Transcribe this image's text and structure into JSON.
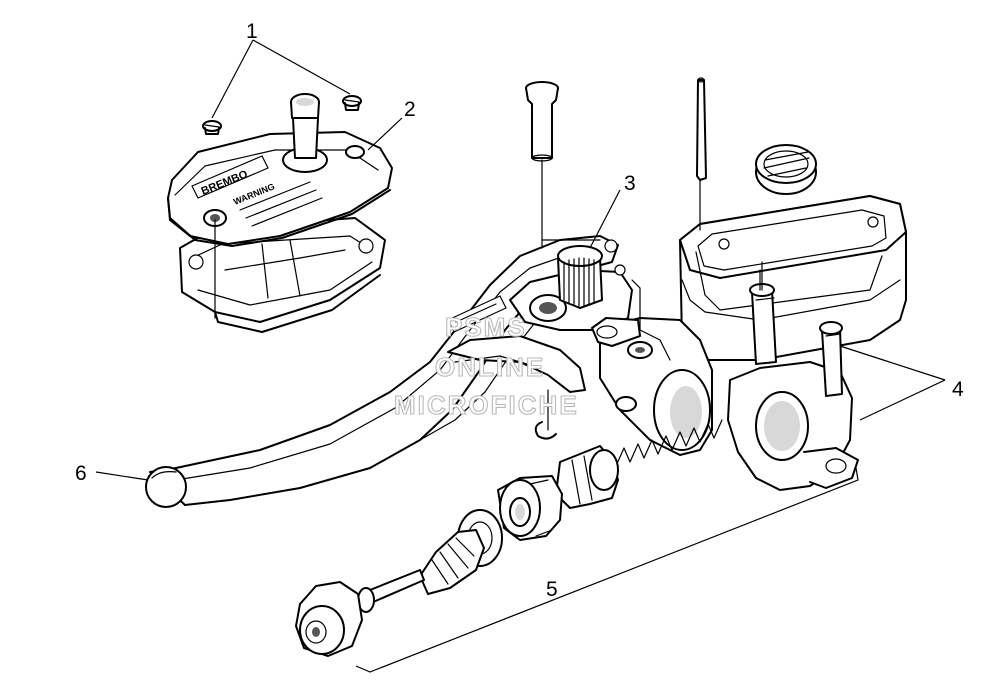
{
  "callouts": [
    {
      "id": "1",
      "label": "1"
    },
    {
      "id": "2",
      "label": "2"
    },
    {
      "id": "3",
      "label": "3"
    },
    {
      "id": "4",
      "label": "4"
    },
    {
      "id": "5",
      "label": "5"
    },
    {
      "id": "6",
      "label": "6"
    }
  ],
  "watermark": {
    "line1": "PSMS",
    "line2": "ONLINE",
    "line3": "MICROFICHE"
  },
  "cover_text": {
    "brand": "BREMBO",
    "warning": "WARNING"
  }
}
